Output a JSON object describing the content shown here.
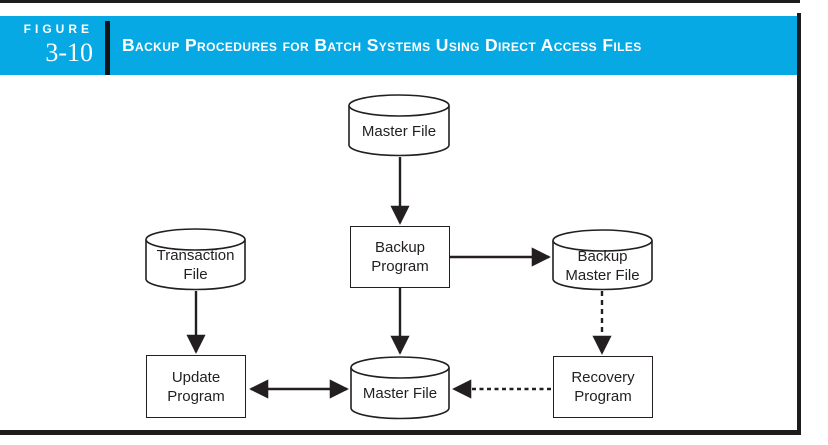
{
  "figure": {
    "kicker": "FIGURE",
    "number": "3-10",
    "title": "Backup Procedures for Batch Systems Using Direct Access Files"
  },
  "colors": {
    "header_bg": "#06A9E4",
    "header_text": "#FFFFFF",
    "line_color": "#231F20"
  },
  "diagram": {
    "nodes": [
      {
        "id": "master-file-top",
        "type": "cylinder",
        "lines": [
          "Master File"
        ]
      },
      {
        "id": "backup-program",
        "type": "process",
        "lines": [
          "Backup",
          "Program"
        ]
      },
      {
        "id": "backup-master-file",
        "type": "cylinder",
        "lines": [
          "Backup",
          "Master File"
        ]
      },
      {
        "id": "transaction-file",
        "type": "cylinder",
        "lines": [
          "Transaction",
          "File"
        ]
      },
      {
        "id": "update-program",
        "type": "process",
        "lines": [
          "Update",
          "Program"
        ]
      },
      {
        "id": "master-file-bottom",
        "type": "cylinder",
        "lines": [
          "Master File"
        ]
      },
      {
        "id": "recovery-program",
        "type": "process",
        "lines": [
          "Recovery",
          "Program"
        ]
      }
    ],
    "edges": [
      {
        "from": "master-file-top",
        "to": "backup-program",
        "style": "solid",
        "arrows": "one-way"
      },
      {
        "from": "backup-program",
        "to": "backup-master-file",
        "style": "solid",
        "arrows": "one-way"
      },
      {
        "from": "backup-program",
        "to": "master-file-bottom",
        "style": "solid",
        "arrows": "one-way"
      },
      {
        "from": "transaction-file",
        "to": "update-program",
        "style": "solid",
        "arrows": "one-way"
      },
      {
        "from": "update-program",
        "to": "master-file-bottom",
        "style": "solid",
        "arrows": "two-way"
      },
      {
        "from": "backup-master-file",
        "to": "recovery-program",
        "style": "dashed",
        "arrows": "one-way"
      },
      {
        "from": "recovery-program",
        "to": "master-file-bottom",
        "style": "dashed",
        "arrows": "one-way"
      }
    ]
  }
}
